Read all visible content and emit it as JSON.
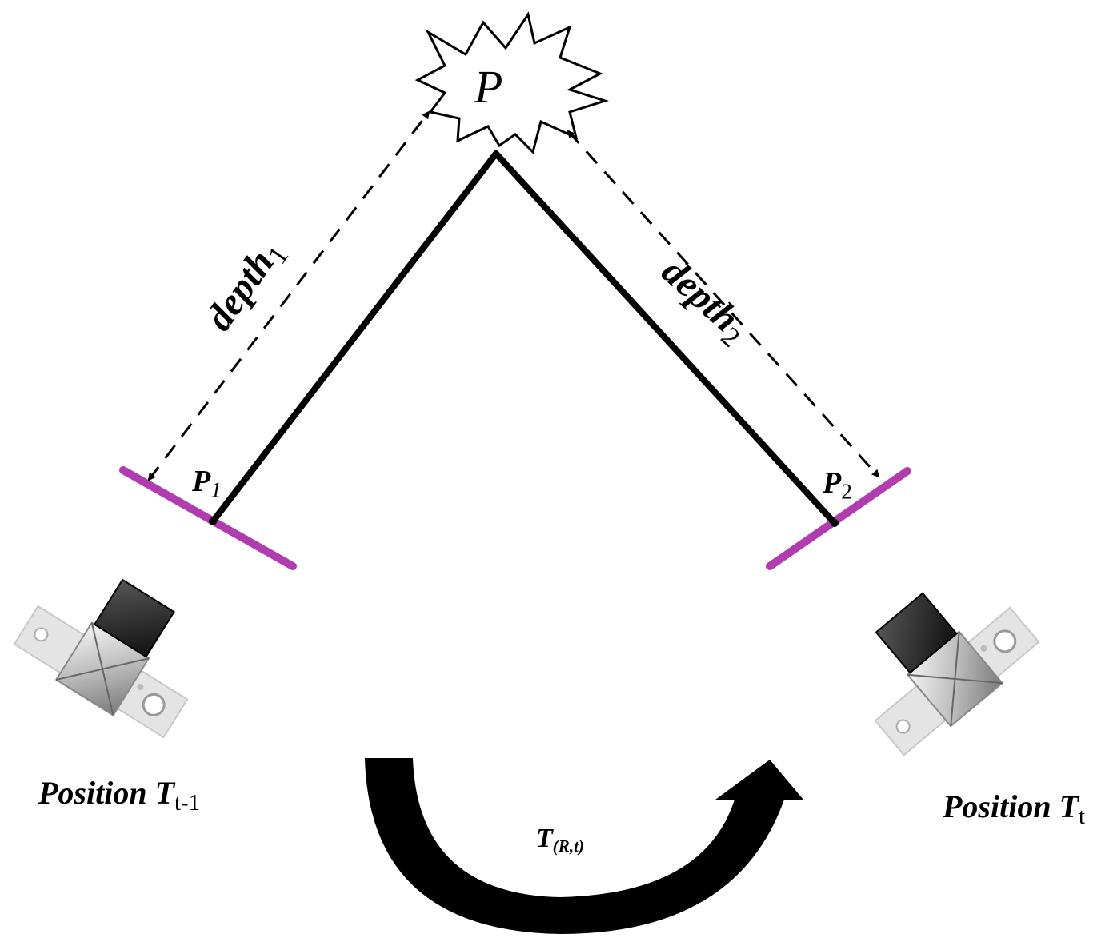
{
  "point": {
    "label": "P"
  },
  "image_points": {
    "left": {
      "label": "P",
      "sub": "1"
    },
    "right": {
      "label": "P",
      "sub": "2"
    }
  },
  "depths": {
    "left": {
      "label": "depth",
      "sub": "1"
    },
    "right": {
      "label": "depth",
      "sub": "2"
    }
  },
  "positions": {
    "left": {
      "label": "Position T",
      "sub": "t-1"
    },
    "right": {
      "label": "Position T",
      "sub": "t"
    }
  },
  "transform": {
    "label": "T",
    "sub": "(R,t)"
  },
  "colors": {
    "image_plane": "#b03cb0",
    "ray": "#000000",
    "dashed": "#000000",
    "camera_dark": "#2a2a2a",
    "camera_light": "#d6d6d6"
  },
  "icons": {
    "point": "starburst-icon",
    "camera": "camera-icon",
    "motion": "curved-arrow-icon"
  }
}
